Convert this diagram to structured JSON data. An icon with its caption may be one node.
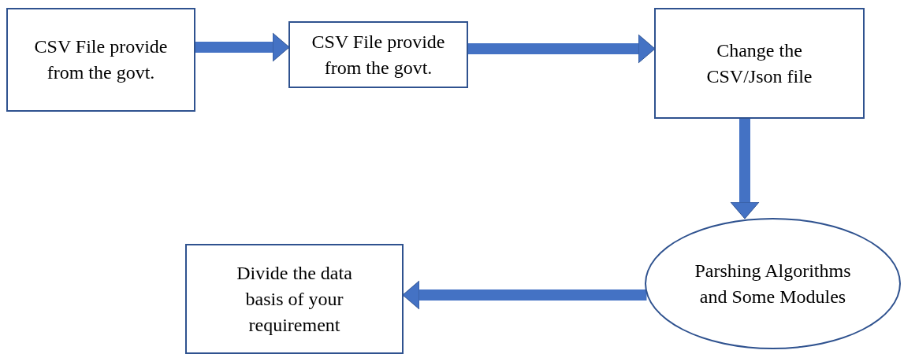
{
  "diagram": {
    "nodes": [
      {
        "text": [
          "CSV File provide from the govt."
        ]
      },
      {
        "text": [
          "CSV File provide from the govt."
        ]
      },
      {
        "text": [
          "Change the CSV/Json file"
        ]
      },
      {
        "text": [
          "Parshing Algorithms and Some Modules"
        ]
      },
      {
        "text": [
          "Divide the data basis of your requirement"
        ]
      }
    ],
    "edges": [
      {
        "from": 0,
        "to": 1,
        "arrow": "to"
      },
      {
        "from": 1,
        "to": 2,
        "arrow": "to"
      },
      {
        "from": 2,
        "to": 3,
        "arrow": "to"
      },
      {
        "from": 3,
        "to": 4,
        "arrow": "to"
      }
    ]
  }
}
